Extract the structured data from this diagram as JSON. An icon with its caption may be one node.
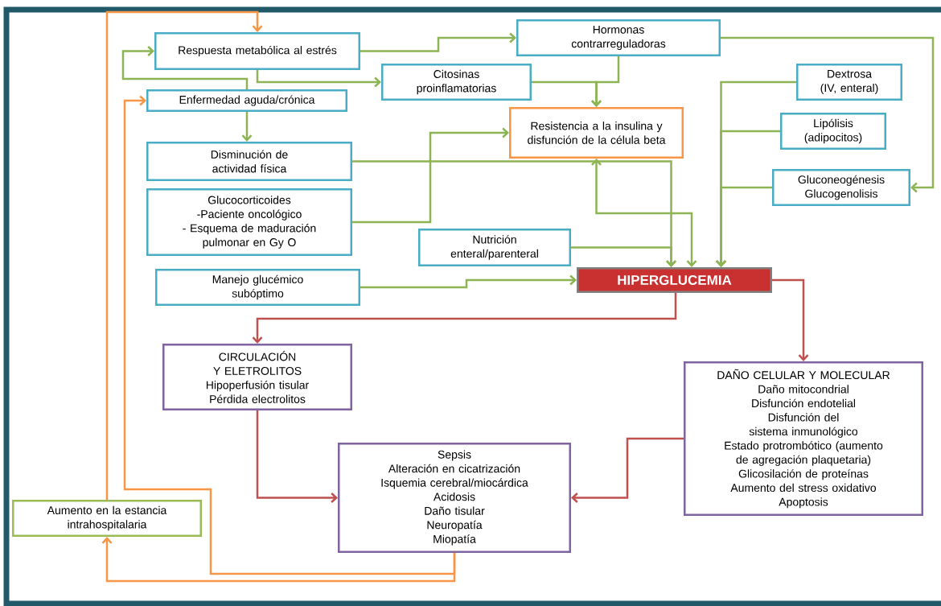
{
  "diagram": {
    "nodes": [
      {
        "text": [
          "Respuesta metabólica al estrés"
        ]
      },
      {
        "text": [
          "Hormonas contrarreguladoras"
        ]
      },
      {
        "text": [
          "Citosinas proinflamatorias"
        ]
      },
      {
        "text": [
          "Enfermedad aguda/crónica"
        ]
      },
      {
        "text": [
          "Resistencia a la insulina y disfunción de la célula beta"
        ]
      },
      {
        "text": [
          "Dextrosa (IV, enteral)"
        ]
      },
      {
        "text": [
          "Lipólisis (adipocitos)"
        ]
      },
      {
        "text": [
          "Disminución de actividad física"
        ]
      },
      {
        "text": [
          "Gluconeogénesis Glucogenolisis"
        ]
      },
      {
        "text": [
          "Glucocorticoides",
          "-Paciente oncológico",
          "- Esquema de maduración pulmonar en Gy O"
        ]
      },
      {
        "text": [
          "Nutrición enteral/parenteral"
        ]
      },
      {
        "text": [
          "Manejo glucémico subóptimo"
        ]
      },
      {
        "text": [
          "HIPERGLUCEMIA"
        ]
      },
      {
        "text": [
          "CIRCULACIÓN Y ELETROLITOS",
          "Hipoperfusión tisular",
          "Pérdida electrolitos"
        ]
      },
      {
        "text": [
          "DAÑO CELULAR Y MOLECULAR",
          "Daño mitocondrial",
          "Disfunción endotelial",
          "Disfunción del sistema inmunológico",
          "Estado protrombótico (aumento de agregación plaquetaria)",
          "Glicosilación de proteínas",
          "Aumento del stress oxidativo",
          "Apoptosis"
        ]
      },
      {
        "text": [
          "Sepsis",
          "Alteración en cicatrización",
          "Isquemia cerebral/miocárdica",
          "Acidosis",
          "Daño tisular",
          "Neuropatía",
          "Miopatía"
        ]
      },
      {
        "text": [
          "Aumento en la estancia intrahospitalaria"
        ]
      }
    ],
    "edges": [
      {
        "from": 0,
        "to": 1,
        "arrow": "to"
      },
      {
        "from": 0,
        "to": 2,
        "arrow": "to"
      },
      {
        "from": 3,
        "to": 0,
        "arrow": "to"
      },
      {
        "from": 3,
        "to": 7,
        "arrow": "to"
      },
      {
        "from": 2,
        "to": 4,
        "arrow": "to"
      },
      {
        "from": 1,
        "to": 4,
        "arrow": "to"
      },
      {
        "from": 9,
        "to": 4,
        "arrow": "to"
      },
      {
        "from": 7,
        "to": 12,
        "arrow": "to"
      },
      {
        "from": 10,
        "to": 12,
        "arrow": "to"
      },
      {
        "from": 4,
        "to": 12,
        "arrow": "both"
      },
      {
        "from": 5,
        "to": 12,
        "arrow": "to"
      },
      {
        "from": 6,
        "to": 12,
        "arrow": "to"
      },
      {
        "from": 8,
        "to": 12,
        "arrow": "to"
      },
      {
        "from": 1,
        "to": 8,
        "arrow": "to"
      },
      {
        "from": 11,
        "to": 12,
        "arrow": "to"
      },
      {
        "from": 12,
        "to": 13,
        "arrow": "to",
        "color": "#c0504d"
      },
      {
        "from": 12,
        "to": 14,
        "arrow": "to",
        "color": "#c0504d"
      },
      {
        "from": 13,
        "to": 15,
        "arrow": "to",
        "color": "#c0504d"
      },
      {
        "from": 14,
        "to": 15,
        "arrow": "to",
        "color": "#c0504d"
      },
      {
        "from": 15,
        "to": 16,
        "arrow": "to",
        "color": "#f79646"
      },
      {
        "from": 15,
        "to": 3,
        "arrow": "to",
        "color": "#f79646"
      },
      {
        "from": 16,
        "to": 0,
        "arrow": "to",
        "color": "#f79646"
      }
    ]
  }
}
